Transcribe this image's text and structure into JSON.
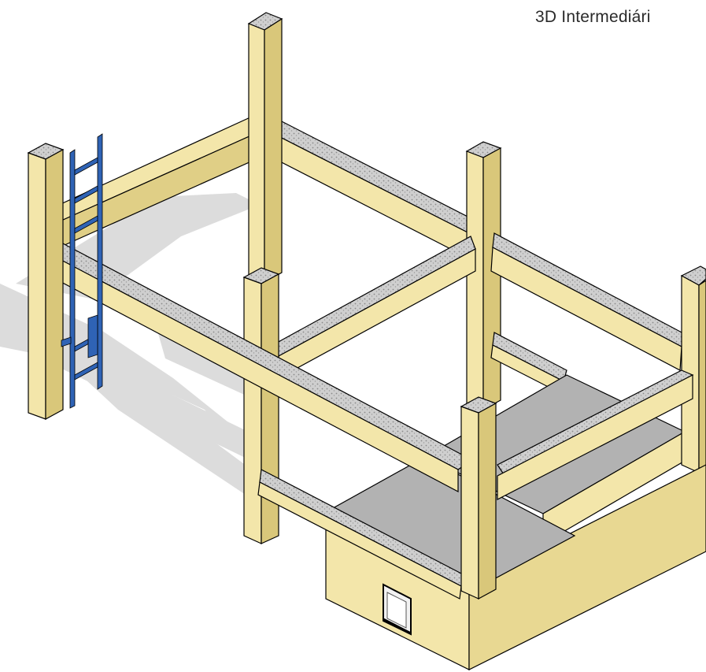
{
  "view": {
    "title": "3D Intermediári"
  },
  "colors": {
    "concrete": "#f3e6aa",
    "concrete_shade": "#e0cf86",
    "concrete_dark": "#cbb86c",
    "slab_top": "#b2b2b2",
    "shadow": "#d9d9d9",
    "ladder": "#2f63b5",
    "outline": "#000000"
  },
  "elements": {
    "columns": 6,
    "beams": 10,
    "ladder": "ladder",
    "slabs": 2,
    "window": "window"
  }
}
